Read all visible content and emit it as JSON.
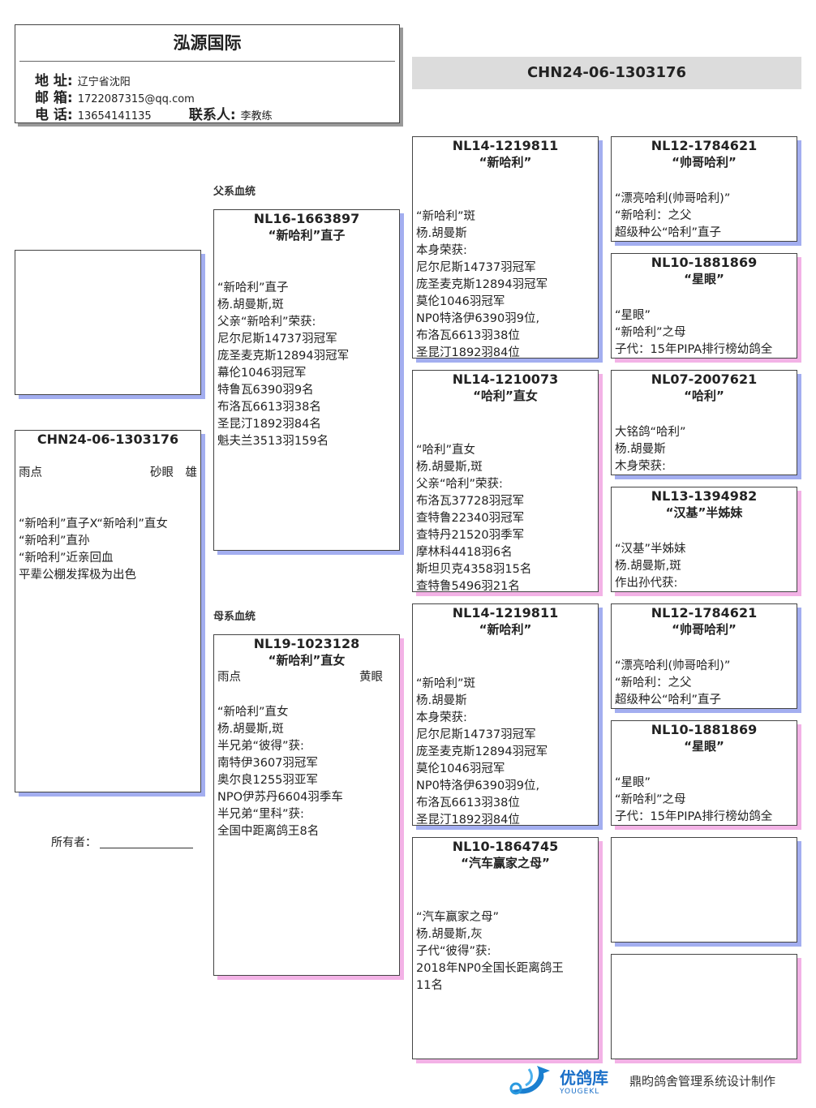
{
  "header": {
    "title": "泓源国际",
    "address_label": "地 址:",
    "address": "辽宁省沈阳",
    "email_label": "邮 箱:",
    "email": "1722087315@qq.com",
    "phone_label": "电 话:",
    "phone": "13654141135",
    "contact_label": "联系人:",
    "contact": "李教练"
  },
  "pedigree_ring": "CHN24-06-1303176",
  "subject": {
    "ring": "CHN24-06-1303176",
    "left": "雨点",
    "right": "砂眼　雄",
    "lines": [
      "“新哈利”直子X“新哈利”直女",
      "“新哈利”直孙",
      "“新哈利”近亲回血",
      "平辈公棚发挥极为出色"
    ]
  },
  "owner_label": "所有者：",
  "sire_label": "父系血统",
  "dam_label": "母系血统",
  "sire": {
    "ring": "NL16-1663897",
    "name": "“新哈利”直子",
    "lines": [
      "“新哈利”直子",
      "杨.胡曼斯,斑",
      "父亲“新哈利”荣获:",
      "尼尔尼斯14737羽冠军",
      "庞圣麦克斯12894羽冠军",
      "幕伦1046羽冠军",
      "特鲁瓦6390羽9名",
      "布洛瓦6613羽38名",
      "圣昆汀1892羽84名",
      "魁夫兰3513羽159名"
    ]
  },
  "dam": {
    "ring": "NL19-1023128",
    "name": "“新哈利”直女",
    "left": "雨点",
    "right": "黄眼",
    "lines": [
      "“新哈利”直女",
      "杨.胡曼斯,斑",
      "半兄弟“彼得”获:",
      "南特伊3607羽冠军",
      "奥尔良1255羽亚军",
      "NPO伊苏丹6604羽季车",
      "半兄弟“里科”获:",
      "全国中距离鸽王8名"
    ]
  },
  "gen3": [
    {
      "ring": "NL14-1219811",
      "name": "“新哈利”",
      "lines": [
        "“新哈利”斑",
        "杨.胡曼斯",
        "本身荣获:",
        "尼尔尼斯14737羽冠军",
        "庞圣麦克斯12894羽冠军",
        "莫伦1046羽冠军",
        "NP0特洛伊6390羽9位,",
        "布洛瓦6613羽38位",
        "圣昆汀1892羽84位"
      ]
    },
    {
      "ring": "NL14-1210073",
      "name": "“哈利”直女",
      "lines": [
        "“哈利”直女",
        "杨.胡曼斯,斑",
        "父亲“哈利”荣获:",
        "布洛瓦37728羽冠军",
        "查特鲁22340羽冠军",
        "查特丹21520羽季军",
        "摩林科4418羽6名",
        "斯坦贝克4358羽15名",
        "查特鲁5496羽21名"
      ]
    },
    {
      "ring": "NL14-1219811",
      "name": "“新哈利”",
      "lines": [
        "“新哈利”斑",
        "杨.胡曼斯",
        "本身荣获:",
        "尼尔尼斯14737羽冠军",
        "庞圣麦克斯12894羽冠军",
        "莫伦1046羽冠军",
        "NP0特洛伊6390羽9位,",
        "布洛瓦6613羽38位",
        "圣昆汀1892羽84位"
      ]
    },
    {
      "ring": "NL10-1864745",
      "name": "“汽车赢家之母”",
      "lines": [
        "“汽车赢家之母”",
        "杨.胡曼斯,灰",
        "子代“彼得”获:",
        "2018年NP0全国长距离鸽王",
        "11名"
      ]
    }
  ],
  "gen4": [
    {
      "ring": "NL12-1784621",
      "name": "“帅哥哈利”",
      "lines": [
        "“漂亮哈利(帅哥哈利)”",
        "“新哈利：之父",
        "超级种公“哈利”直子"
      ]
    },
    {
      "ring": "NL10-1881869",
      "name": "“星眼”",
      "lines": [
        "“星眼”",
        "“新哈利”之母",
        "子代：15年PIPA排行榜幼鸽全"
      ]
    },
    {
      "ring": "NL07-2007621",
      "name": "“哈利”",
      "lines": [
        "大铭鸽“哈利”",
        "杨.胡曼斯",
        "木身荣获:"
      ]
    },
    {
      "ring": "NL13-1394982",
      "name": "“汉基”半姊妹",
      "lines": [
        "“汉基”半姊妹",
        "杨.胡曼斯,斑",
        "作出孙代获:"
      ]
    },
    {
      "ring": "NL12-1784621",
      "name": "“帅哥哈利”",
      "lines": [
        "“漂亮哈利(帅哥哈利)”",
        "“新哈利：之父",
        "超级种公“哈利”直子"
      ]
    },
    {
      "ring": "NL10-1881869",
      "name": "“星眼”",
      "lines": [
        "“星眼”",
        "“新哈利”之母",
        "子代：15年PIPA排行榜幼鸽全"
      ]
    },
    {
      "ring": "",
      "name": "",
      "lines": []
    },
    {
      "ring": "",
      "name": "",
      "lines": []
    }
  ],
  "footer": {
    "logo_cn": "优鸽库",
    "logo_en": "YOUGEKL",
    "credit": "鼎昀鸽舍管理系统设计制作"
  },
  "colors": {
    "male_shadow": "#a3aef0",
    "female_shadow": "#f3b2e6",
    "band": "#dcdcdc"
  }
}
